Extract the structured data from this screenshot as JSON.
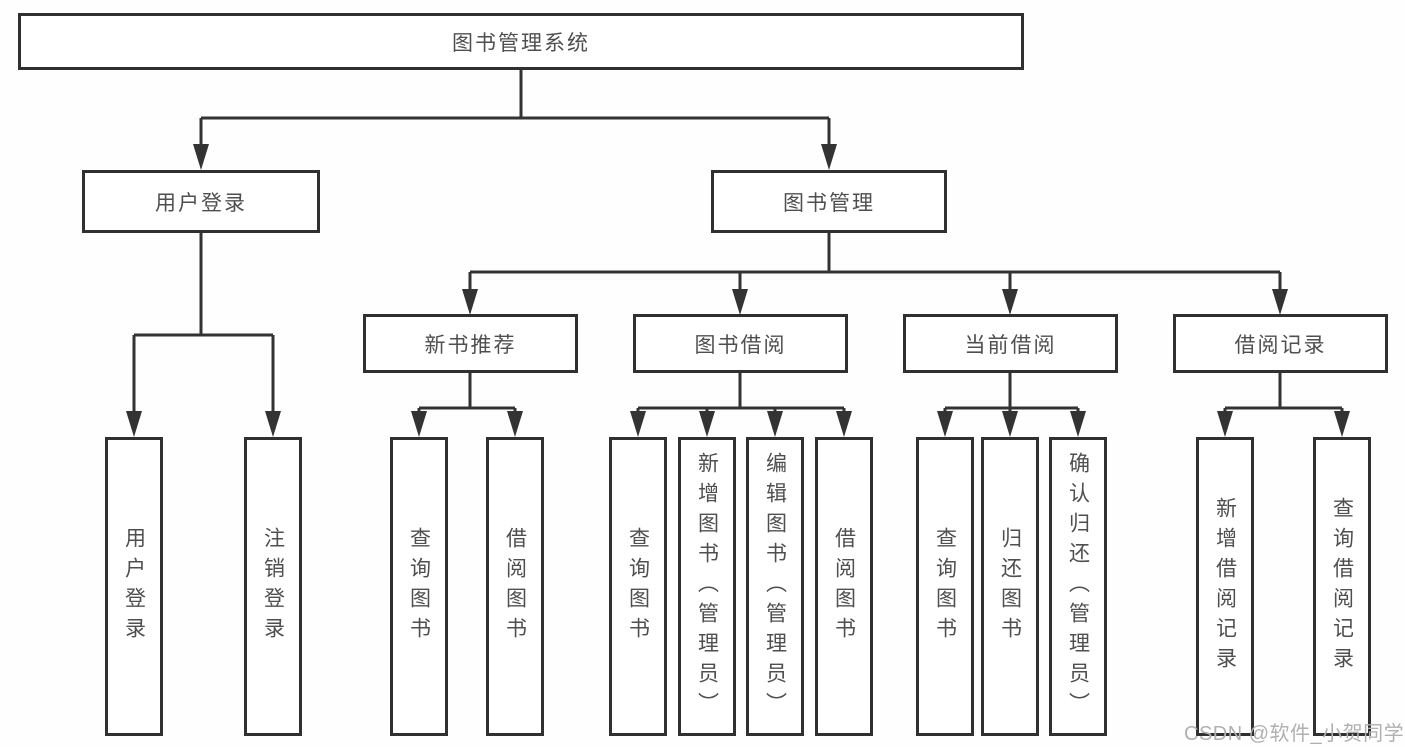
{
  "colors": {
    "line": "#333333",
    "box_border": "#303030",
    "text": "#4f4f4f",
    "watermark": "#b0b0b0",
    "background": "#ffffff"
  },
  "tree": {
    "root": {
      "label": "图书管理系统"
    },
    "branches": [
      {
        "label": "用户登录",
        "leaves": [
          "用户登录",
          "注销登录"
        ]
      },
      {
        "label": "图书管理",
        "sections": [
          {
            "label": "新书推荐",
            "leaves": [
              "查询图书",
              "借阅图书"
            ]
          },
          {
            "label": "图书借阅",
            "leaves": [
              "查询图书",
              "新增图书（管理员）",
              "编辑图书（管理员）",
              "借阅图书"
            ]
          },
          {
            "label": "当前借阅",
            "leaves": [
              "查询图书",
              "归还图书",
              "确认归还（管理员）"
            ]
          },
          {
            "label": "借阅记录",
            "leaves": [
              "新增借阅记录",
              "查询借阅记录"
            ]
          }
        ]
      }
    ]
  },
  "watermark": {
    "text": "CSDN @软件_小贺同学"
  }
}
